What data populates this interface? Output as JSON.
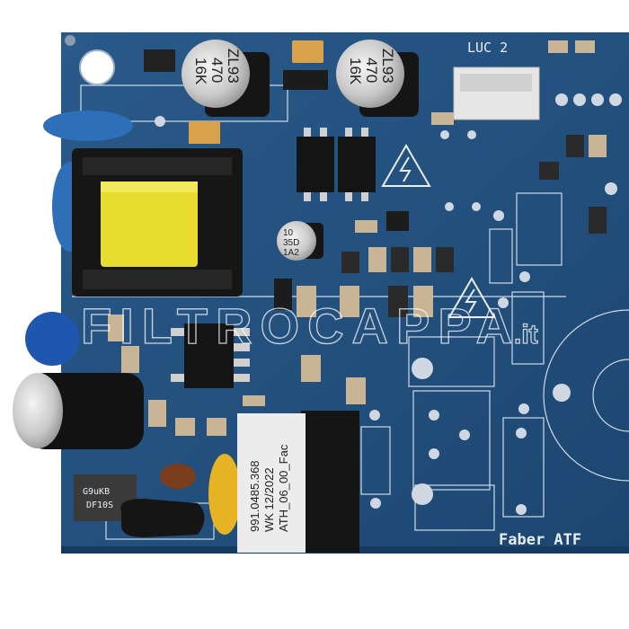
{
  "photo": {
    "subject": "pcb",
    "board_color": "#1f4d7c",
    "silkscreen_color": "#e8eef5",
    "silkscreen": {
      "connector_label": "LUC 2",
      "brand_label": "Faber ATF"
    },
    "capacitors": {
      "large_cap_marking": [
        "ZL93",
        "470",
        "16K"
      ],
      "small_cap_marking": [
        "10",
        "35D",
        "1A2"
      ]
    },
    "bridge_rectifier_marking": [
      "G9uKB",
      "DF10S"
    ],
    "relay_label": {
      "line1": "991.0485.368",
      "line2": "WK 12/2022",
      "line3": "ATH_06_00_Fac"
    },
    "watermark": {
      "text": "FILTROCAPPA",
      "suffix": ".it"
    },
    "icons": [
      "high-voltage-warning-icon",
      "high-voltage-warning-icon"
    ]
  }
}
